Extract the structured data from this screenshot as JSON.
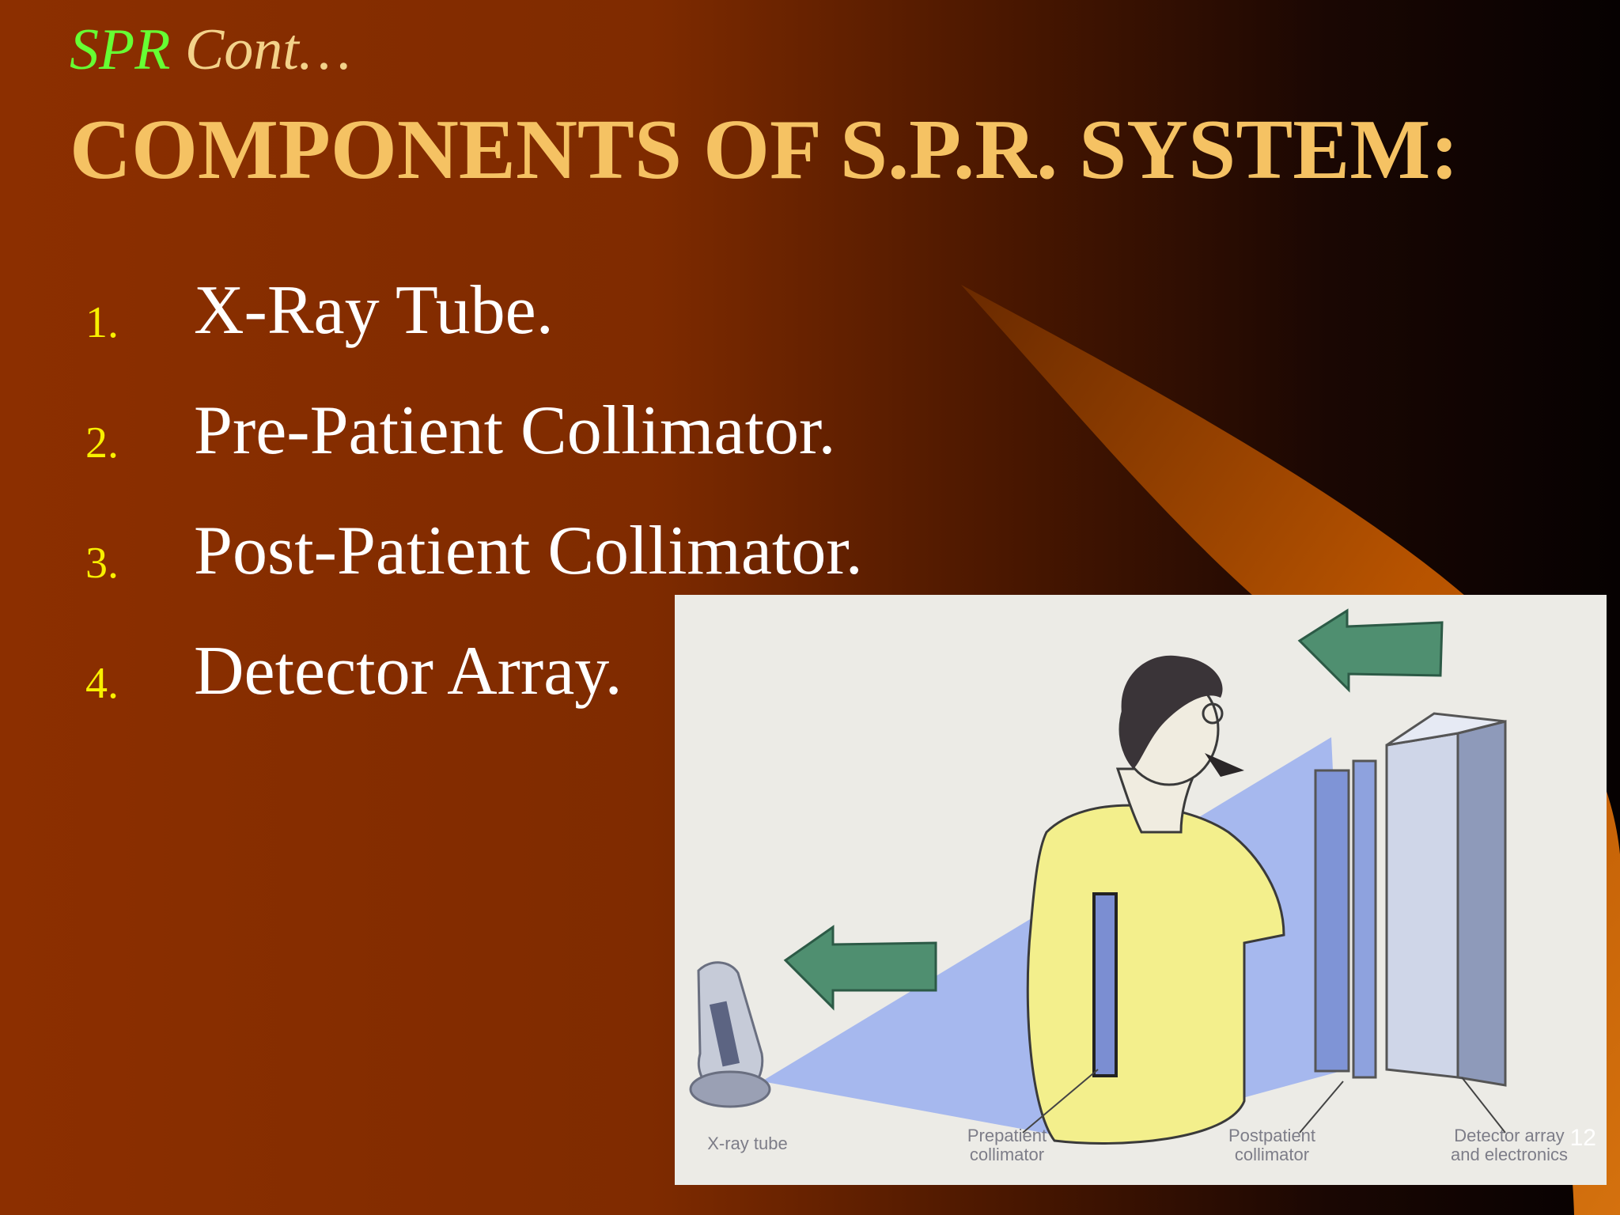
{
  "slide": {
    "subtitle_accent": "SPR",
    "subtitle_rest": " Cont…",
    "title": "COMPONENTS OF S.P.R. SYSTEM:",
    "items": [
      {
        "number": "1.",
        "label": "X-Ray Tube."
      },
      {
        "number": "2.",
        "label": "Pre-Patient Collimator."
      },
      {
        "number": "3.",
        "label": "Post-Patient Collimator."
      },
      {
        "number": "4.",
        "label": "Detector Array."
      }
    ],
    "figure_captions": {
      "xray_tube": "X-ray tube",
      "prepatient": "Prepatient\ncollimator",
      "postpatient": "Postpatient\ncollimator",
      "detector": "Detector array\nand electronics"
    },
    "page_number": "12"
  },
  "colors": {
    "title": "#f5c263",
    "subtitle_accent": "#66ff33",
    "list_number": "#f8f000",
    "list_text": "#ffffff",
    "background_left": "#8c2f00",
    "background_right": "#060101"
  }
}
